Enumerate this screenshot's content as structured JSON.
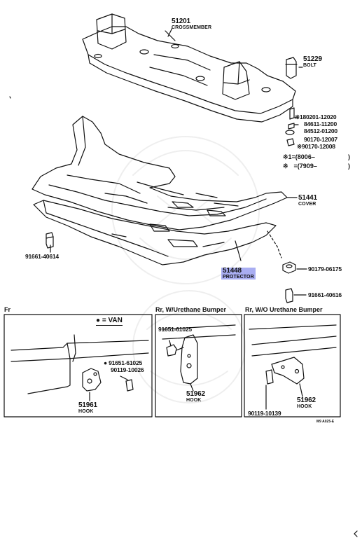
{
  "parts": {
    "crossmember": {
      "number": "51201",
      "name": "CROSSMEMBER"
    },
    "bolt_top": {
      "number": "51229",
      "name": "BOLT"
    },
    "cover": {
      "number": "51441",
      "name": "COVER"
    },
    "protector": {
      "number": "51448",
      "name": "PROTECTOR",
      "highlight": "#a9aef2"
    },
    "bolt_left": {
      "number": "91661-40614"
    },
    "nut_right": {
      "number": "90179-06175"
    },
    "bolt_right": {
      "number": "91661-40616"
    }
  },
  "hardware_list": [
    "※180201-12020",
    "84611-11200",
    "84512-01200",
    "90170-12007",
    "※90170-12008"
  ],
  "legend": {
    "line1_symbol": "※1",
    "line1_text": "=(8006–",
    "line1_close": ")",
    "line2_symbol": "※",
    "line2_text": "=(7909–",
    "line2_close": ")"
  },
  "panels": {
    "fr": {
      "title": "Fr",
      "van_symbol": "●",
      "van_text": "= VAN",
      "bolt_a": "● 91651-61025",
      "bolt_b": "90119-10026",
      "hook_number": "51961",
      "hook_name": "HOOK"
    },
    "rr_with": {
      "title": "Rr, W/Urethane Bumper",
      "bolt": "91651-61025",
      "hook_number": "51962",
      "hook_name": "HOOK"
    },
    "rr_without": {
      "title": "Rr, W/O Urethane Bumper",
      "bolt": "90119-10139",
      "hook_number": "51962",
      "hook_name": "HOOK"
    }
  },
  "figure_ref": "M9 A025-E"
}
